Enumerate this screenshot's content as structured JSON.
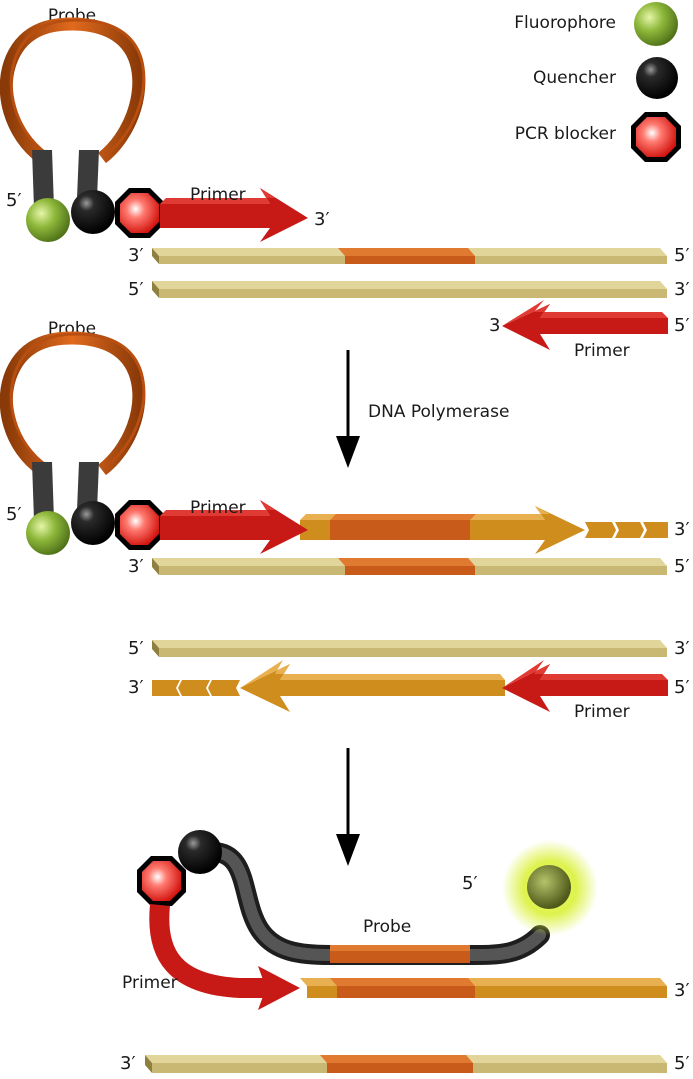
{
  "legend": {
    "fluorophore": "Fluorophore",
    "quencher": "Quencher",
    "pcr_blocker": "PCR blocker"
  },
  "labels": {
    "probe": "Probe",
    "primer": "Primer",
    "dna_polymerase": "DNA Polymerase",
    "five_prime": "5′",
    "three_prime": "3′",
    "three_plain": "3"
  },
  "colors": {
    "probe_loop": "#cc5e18",
    "stem": "#3a3a3a",
    "fluorophore": "#8db83a",
    "quencher": "#111111",
    "blocker": "#e0201a",
    "primer": "#c71a16",
    "template": "#c8b873",
    "extension": "#cf8d1e",
    "target": "#c85a1a"
  }
}
